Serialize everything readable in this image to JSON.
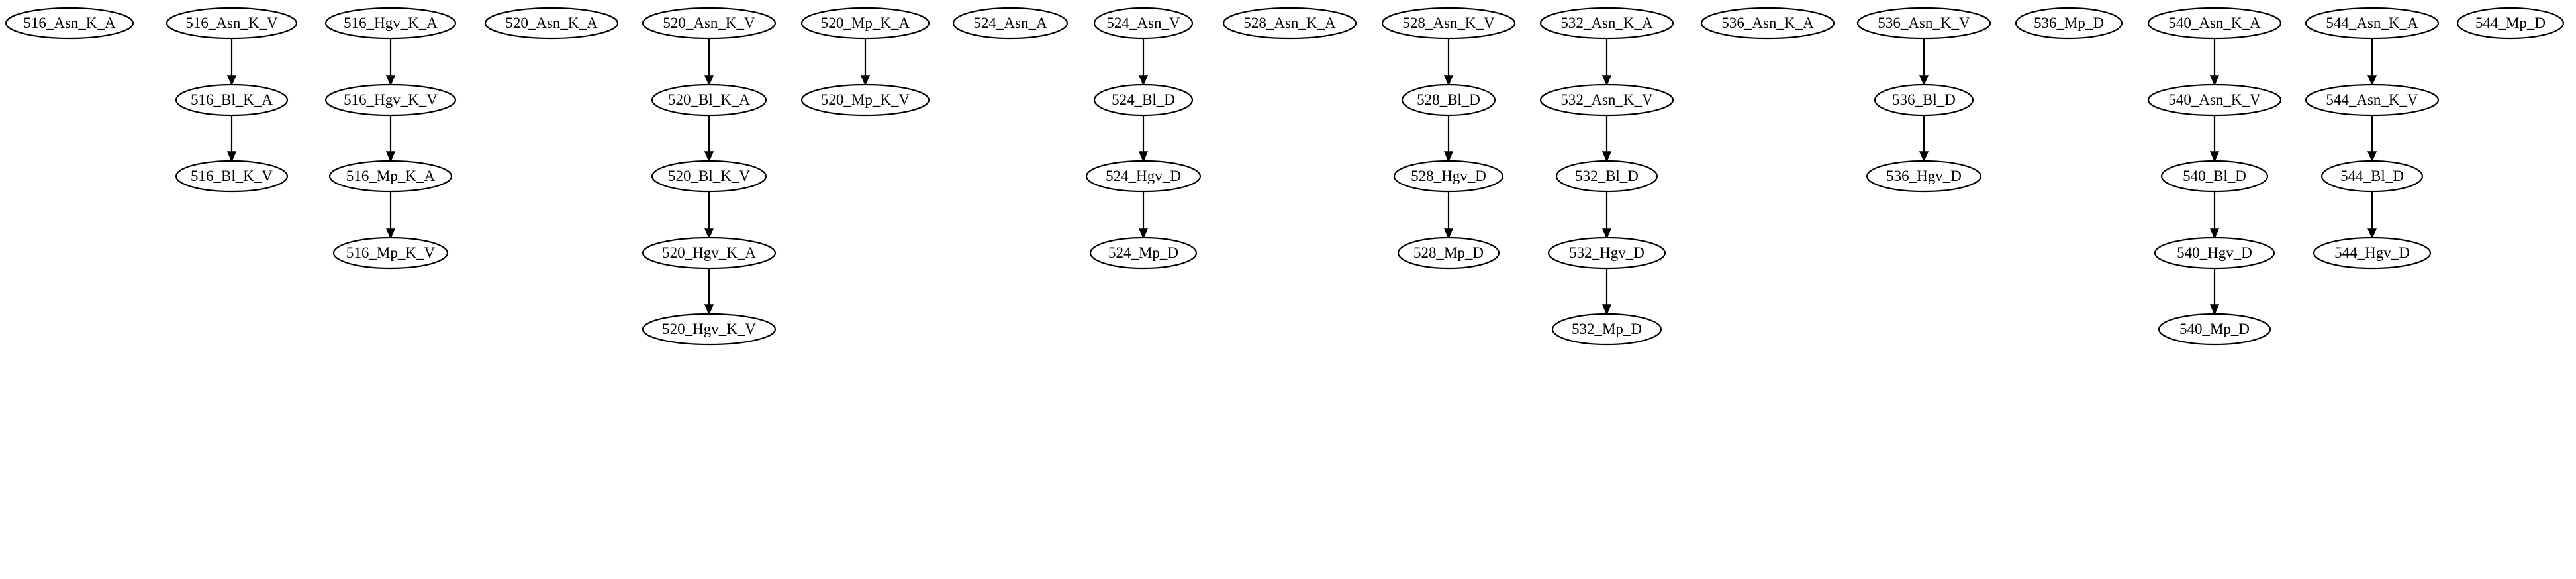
{
  "graph": {
    "nodes": [
      {
        "id": "n0",
        "label": "516_Asn_K_A"
      },
      {
        "id": "n1",
        "label": "516_Asn_K_V"
      },
      {
        "id": "n2",
        "label": "516_Bl_K_A"
      },
      {
        "id": "n3",
        "label": "516_Bl_K_V"
      },
      {
        "id": "n4",
        "label": "516_Hgv_K_A"
      },
      {
        "id": "n5",
        "label": "516_Hgv_K_V"
      },
      {
        "id": "n6",
        "label": "516_Mp_K_A"
      },
      {
        "id": "n7",
        "label": "516_Mp_K_V"
      },
      {
        "id": "n8",
        "label": "520_Asn_K_A"
      },
      {
        "id": "n9",
        "label": "520_Asn_K_V"
      },
      {
        "id": "n10",
        "label": "520_Bl_K_A"
      },
      {
        "id": "n11",
        "label": "520_Bl_K_V"
      },
      {
        "id": "n12",
        "label": "520_Hgv_K_A"
      },
      {
        "id": "n13",
        "label": "520_Hgv_K_V"
      },
      {
        "id": "n14",
        "label": "520_Mp_K_A"
      },
      {
        "id": "n15",
        "label": "520_Mp_K_V"
      },
      {
        "id": "n16",
        "label": "524_Asn_A"
      },
      {
        "id": "n17",
        "label": "524_Asn_V"
      },
      {
        "id": "n18",
        "label": "524_Bl_D"
      },
      {
        "id": "n19",
        "label": "524_Hgv_D"
      },
      {
        "id": "n20",
        "label": "524_Mp_D"
      },
      {
        "id": "n21",
        "label": "528_Asn_K_A"
      },
      {
        "id": "n22",
        "label": "528_Asn_K_V"
      },
      {
        "id": "n23",
        "label": "528_Bl_D"
      },
      {
        "id": "n24",
        "label": "528_Hgv_D"
      },
      {
        "id": "n25",
        "label": "528_Mp_D"
      },
      {
        "id": "n26",
        "label": "532_Asn_K_A"
      },
      {
        "id": "n27",
        "label": "532_Asn_K_V"
      },
      {
        "id": "n28",
        "label": "532_Bl_D"
      },
      {
        "id": "n29",
        "label": "532_Hgv_D"
      },
      {
        "id": "n30",
        "label": "532_Mp_D"
      },
      {
        "id": "n31",
        "label": "536_Asn_K_A"
      },
      {
        "id": "n32",
        "label": "536_Asn_K_V"
      },
      {
        "id": "n33",
        "label": "536_Bl_D"
      },
      {
        "id": "n34",
        "label": "536_Hgv_D"
      },
      {
        "id": "n35",
        "label": "536_Mp_D"
      },
      {
        "id": "n36",
        "label": "540_Asn_K_A"
      },
      {
        "id": "n37",
        "label": "540_Asn_K_V"
      },
      {
        "id": "n38",
        "label": "540_Bl_D"
      },
      {
        "id": "n39",
        "label": "540_Hgv_D"
      },
      {
        "id": "n40",
        "label": "540_Mp_D"
      },
      {
        "id": "n41",
        "label": "544_Asn_K_A"
      },
      {
        "id": "n42",
        "label": "544_Asn_K_V"
      },
      {
        "id": "n43",
        "label": "544_Bl_D"
      },
      {
        "id": "n44",
        "label": "544_Hgv_D"
      },
      {
        "id": "n45",
        "label": "544_Mp_D"
      }
    ],
    "edges": [
      {
        "from": "n1",
        "to": "n2"
      },
      {
        "from": "n2",
        "to": "n3"
      },
      {
        "from": "n4",
        "to": "n5"
      },
      {
        "from": "n5",
        "to": "n6"
      },
      {
        "from": "n6",
        "to": "n7"
      },
      {
        "from": "n9",
        "to": "n10"
      },
      {
        "from": "n10",
        "to": "n11"
      },
      {
        "from": "n11",
        "to": "n12"
      },
      {
        "from": "n12",
        "to": "n13"
      },
      {
        "from": "n14",
        "to": "n15"
      },
      {
        "from": "n17",
        "to": "n18"
      },
      {
        "from": "n18",
        "to": "n19"
      },
      {
        "from": "n19",
        "to": "n20"
      },
      {
        "from": "n22",
        "to": "n23"
      },
      {
        "from": "n23",
        "to": "n24"
      },
      {
        "from": "n24",
        "to": "n25"
      },
      {
        "from": "n26",
        "to": "n27"
      },
      {
        "from": "n27",
        "to": "n28"
      },
      {
        "from": "n28",
        "to": "n29"
      },
      {
        "from": "n29",
        "to": "n30"
      },
      {
        "from": "n32",
        "to": "n33"
      },
      {
        "from": "n33",
        "to": "n34"
      },
      {
        "from": "n36",
        "to": "n37"
      },
      {
        "from": "n37",
        "to": "n38"
      },
      {
        "from": "n38",
        "to": "n39"
      },
      {
        "from": "n39",
        "to": "n40"
      },
      {
        "from": "n41",
        "to": "n42"
      },
      {
        "from": "n42",
        "to": "n43"
      },
      {
        "from": "n43",
        "to": "n44"
      }
    ]
  }
}
